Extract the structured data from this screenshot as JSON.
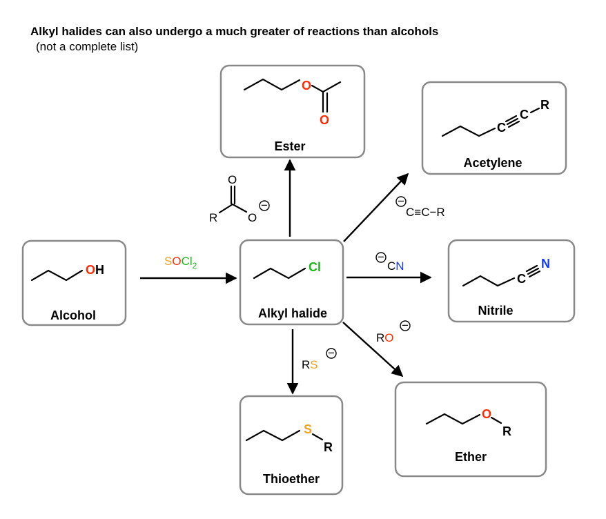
{
  "title": "Alkyl halides can also undergo a much greater of reactions than alcohols",
  "subtitle": "(not a complete list)",
  "colors": {
    "oxygen": "#ff2a00",
    "chlorine": "#18b818",
    "nitrogen": "#1238ff",
    "sulfur": "#f0a020",
    "box_border": "#888888"
  },
  "boxes": {
    "alcohol": {
      "label": "Alcohol",
      "atom": "OH"
    },
    "alkyl_halide": {
      "label": "Alkyl halide",
      "atom": "Cl"
    },
    "ester": {
      "label": "Ester",
      "atom_o1": "O",
      "atom_o2": "O"
    },
    "acetylene": {
      "label": "Acetylene",
      "c1": "C",
      "c2": "C",
      "r": "R"
    },
    "nitrile": {
      "label": "Nitrile",
      "c": "C",
      "n": "N"
    },
    "ether": {
      "label": "Ether",
      "o": "O",
      "r": "R"
    },
    "thioether": {
      "label": "Thioether",
      "s": "S",
      "r": "R"
    }
  },
  "reagents": {
    "socl2": {
      "s": "S",
      "o": "O",
      "cl": "Cl",
      "sub": "2"
    },
    "carboxylate": {
      "r": "R",
      "o_top": "O",
      "o_minus": "O",
      "charge": "−"
    },
    "acetylide": {
      "charge": "−",
      "text": "C≡C−R"
    },
    "cyanide": {
      "charge": "−",
      "c": "C",
      "n": "N"
    },
    "alkoxide": {
      "r": "R",
      "o": "O",
      "charge": "−"
    },
    "thiolate": {
      "r": "R",
      "s": "S",
      "charge": "−"
    }
  }
}
